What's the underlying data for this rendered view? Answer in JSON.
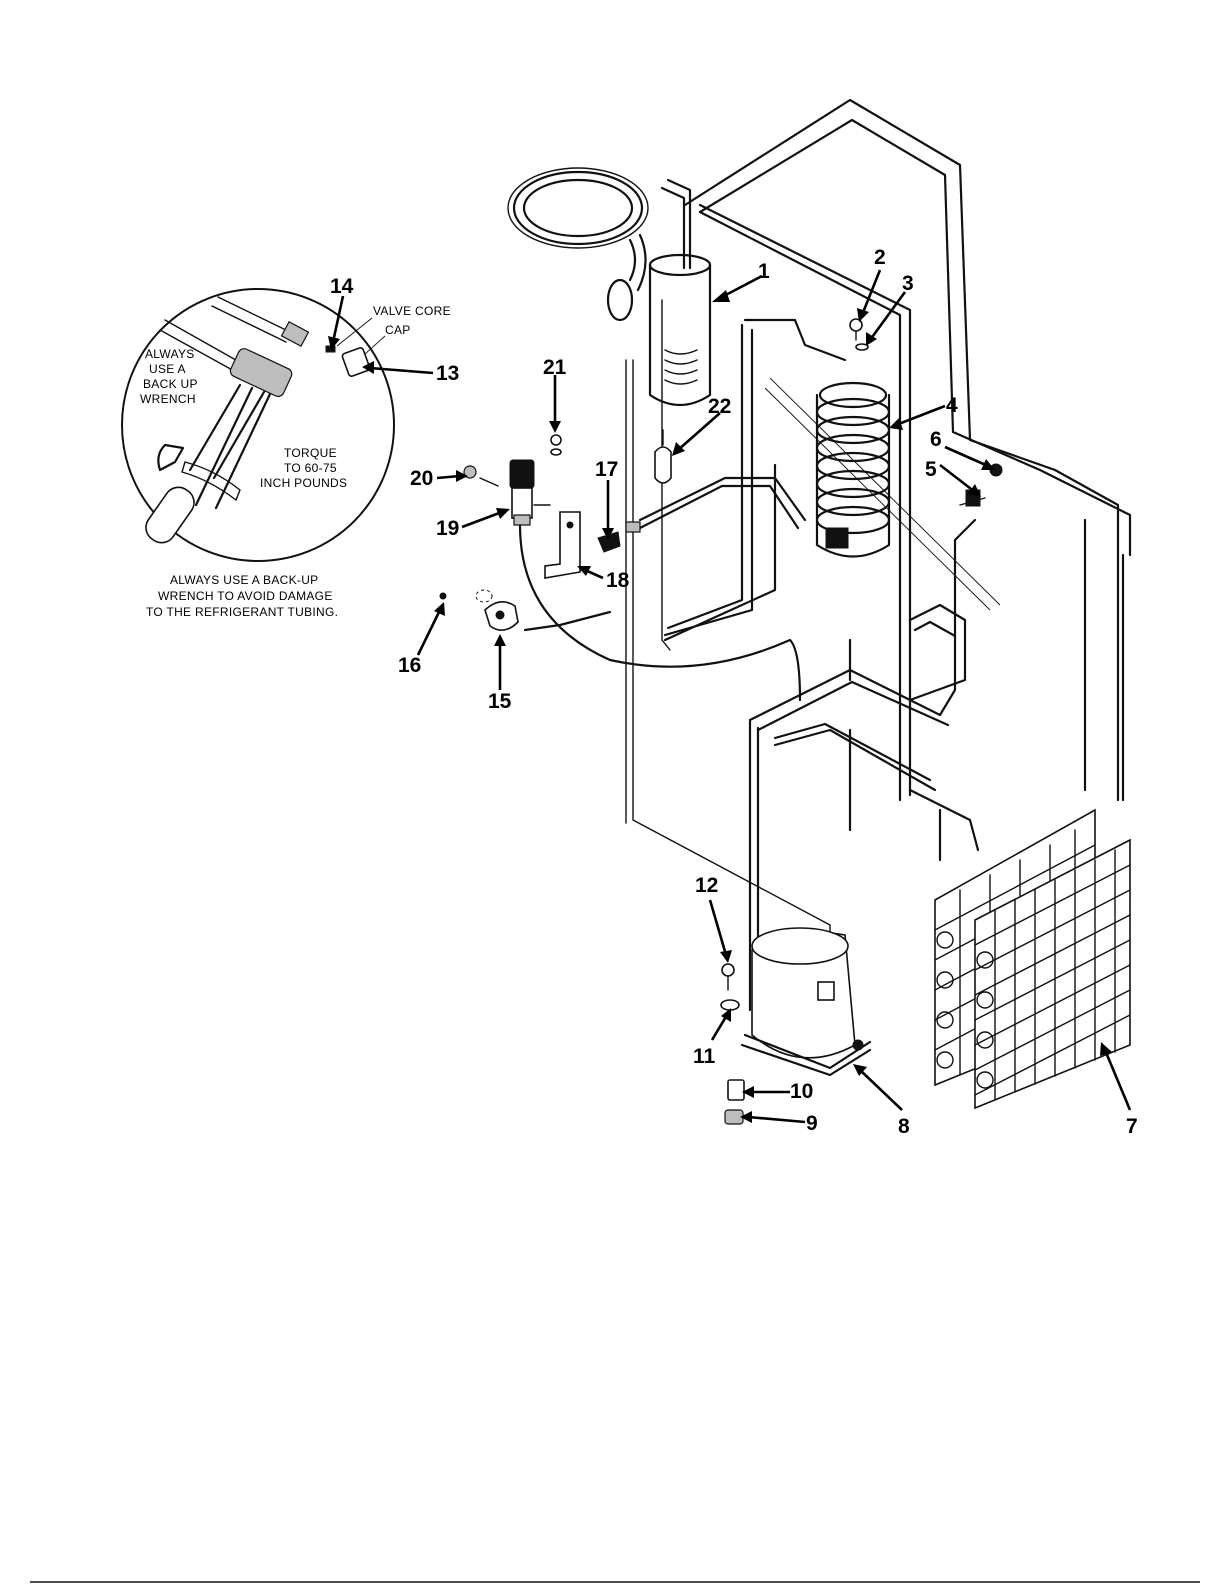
{
  "figure": {
    "callouts": [
      {
        "id": "1",
        "label": "1"
      },
      {
        "id": "2",
        "label": "2"
      },
      {
        "id": "3",
        "label": "3"
      },
      {
        "id": "4",
        "label": "4"
      },
      {
        "id": "5",
        "label": "5"
      },
      {
        "id": "6",
        "label": "6"
      },
      {
        "id": "7",
        "label": "7"
      },
      {
        "id": "8",
        "label": "8"
      },
      {
        "id": "9",
        "label": "9"
      },
      {
        "id": "10",
        "label": "10"
      },
      {
        "id": "11",
        "label": "11"
      },
      {
        "id": "12",
        "label": "12"
      },
      {
        "id": "13",
        "label": "13"
      },
      {
        "id": "14",
        "label": "14"
      },
      {
        "id": "15",
        "label": "15"
      },
      {
        "id": "16",
        "label": "16"
      },
      {
        "id": "17",
        "label": "17"
      },
      {
        "id": "18",
        "label": "18"
      },
      {
        "id": "19",
        "label": "19"
      },
      {
        "id": "20",
        "label": "20"
      },
      {
        "id": "21",
        "label": "21"
      },
      {
        "id": "22",
        "label": "22"
      }
    ],
    "detail_inset": {
      "valve_core_label": "VALVE CORE",
      "cap_label": "CAP",
      "backup_note_lines": [
        "ALWAYS",
        "USE  A",
        "BACK UP",
        "WRENCH"
      ],
      "torque_note_lines": [
        "TORQUE",
        "TO 60-75",
        "INCH POUNDS"
      ]
    },
    "caption_lines": [
      "ALWAYS USE A BACK-UP",
      "WRENCH TO AVOID DAMAGE",
      "TO THE REFRIGERANT TUBING."
    ]
  }
}
